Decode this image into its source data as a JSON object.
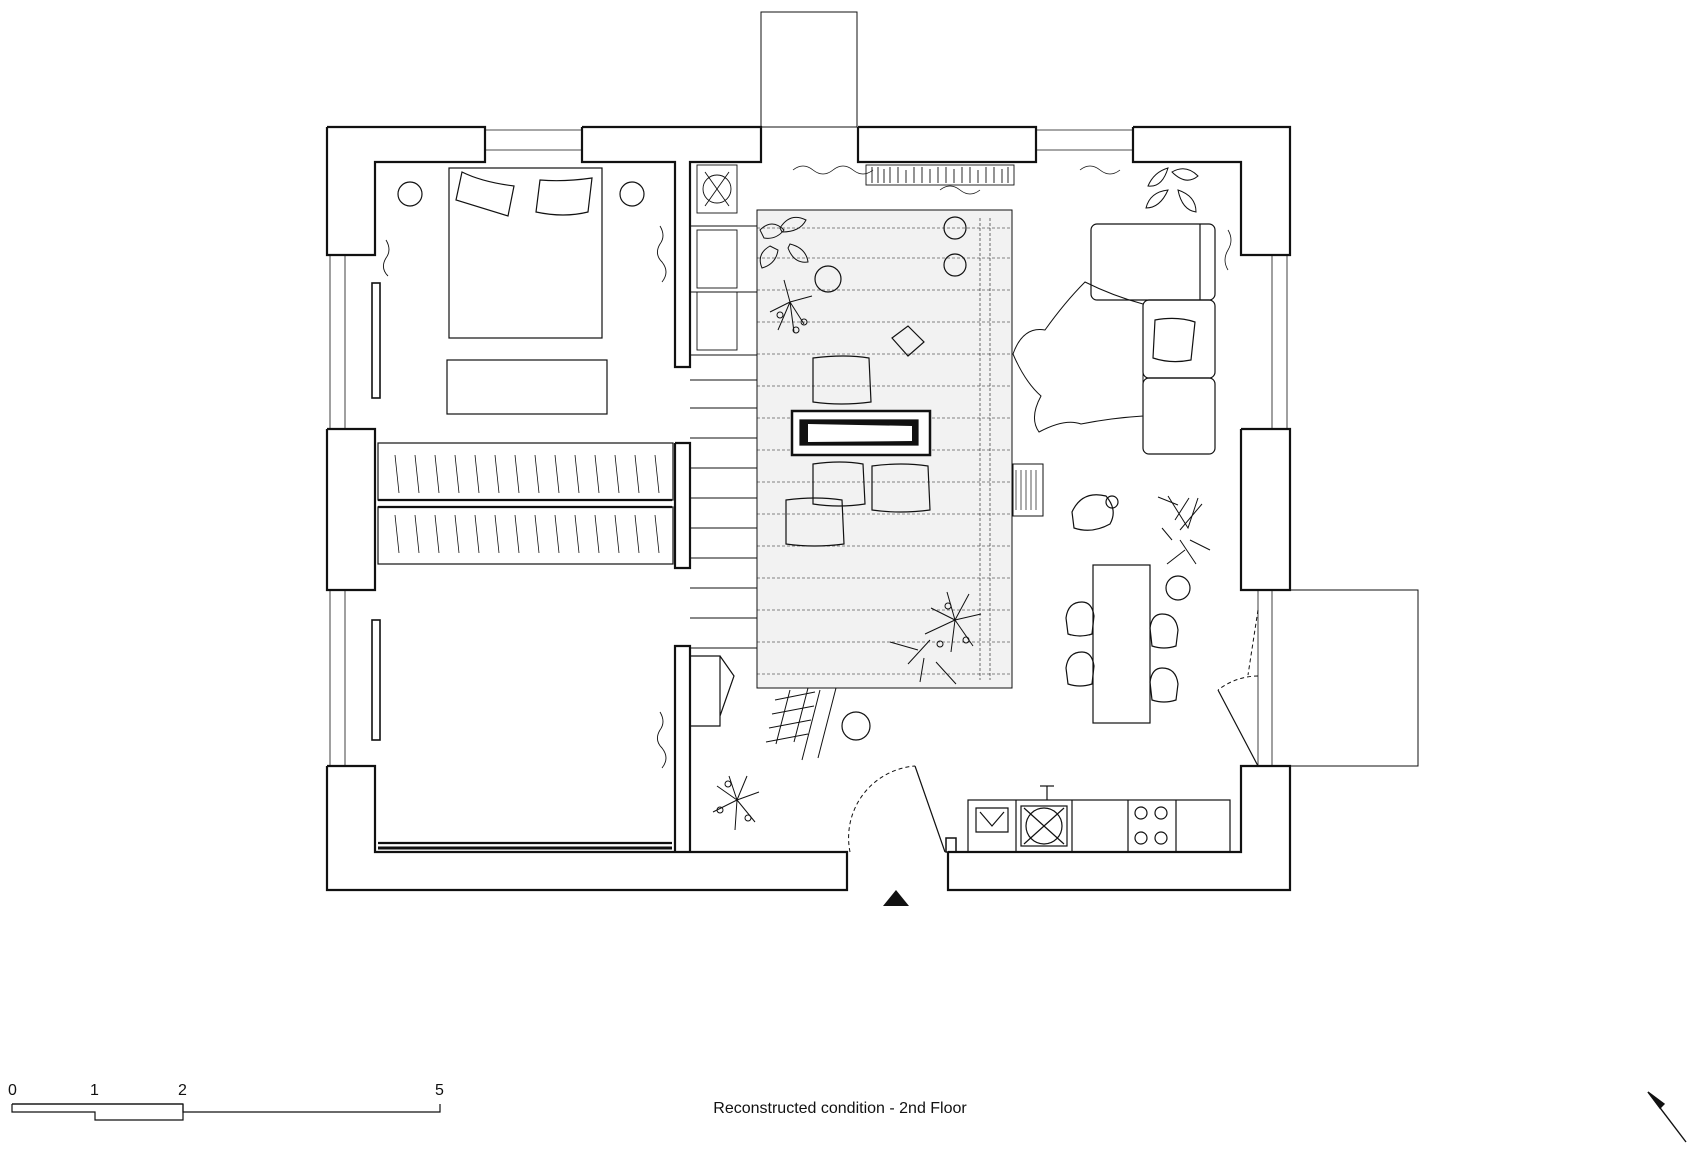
{
  "drawing": {
    "caption": "Reconstructed condition - 2nd Floor",
    "scale_bar": {
      "labels": [
        "0",
        "1",
        "2",
        "5"
      ]
    },
    "entrance_marker": "triangle-up",
    "north_arrow": "diagonal-north-arrow",
    "line_color": "#111111",
    "rug_fill": "#f2f2f2"
  }
}
